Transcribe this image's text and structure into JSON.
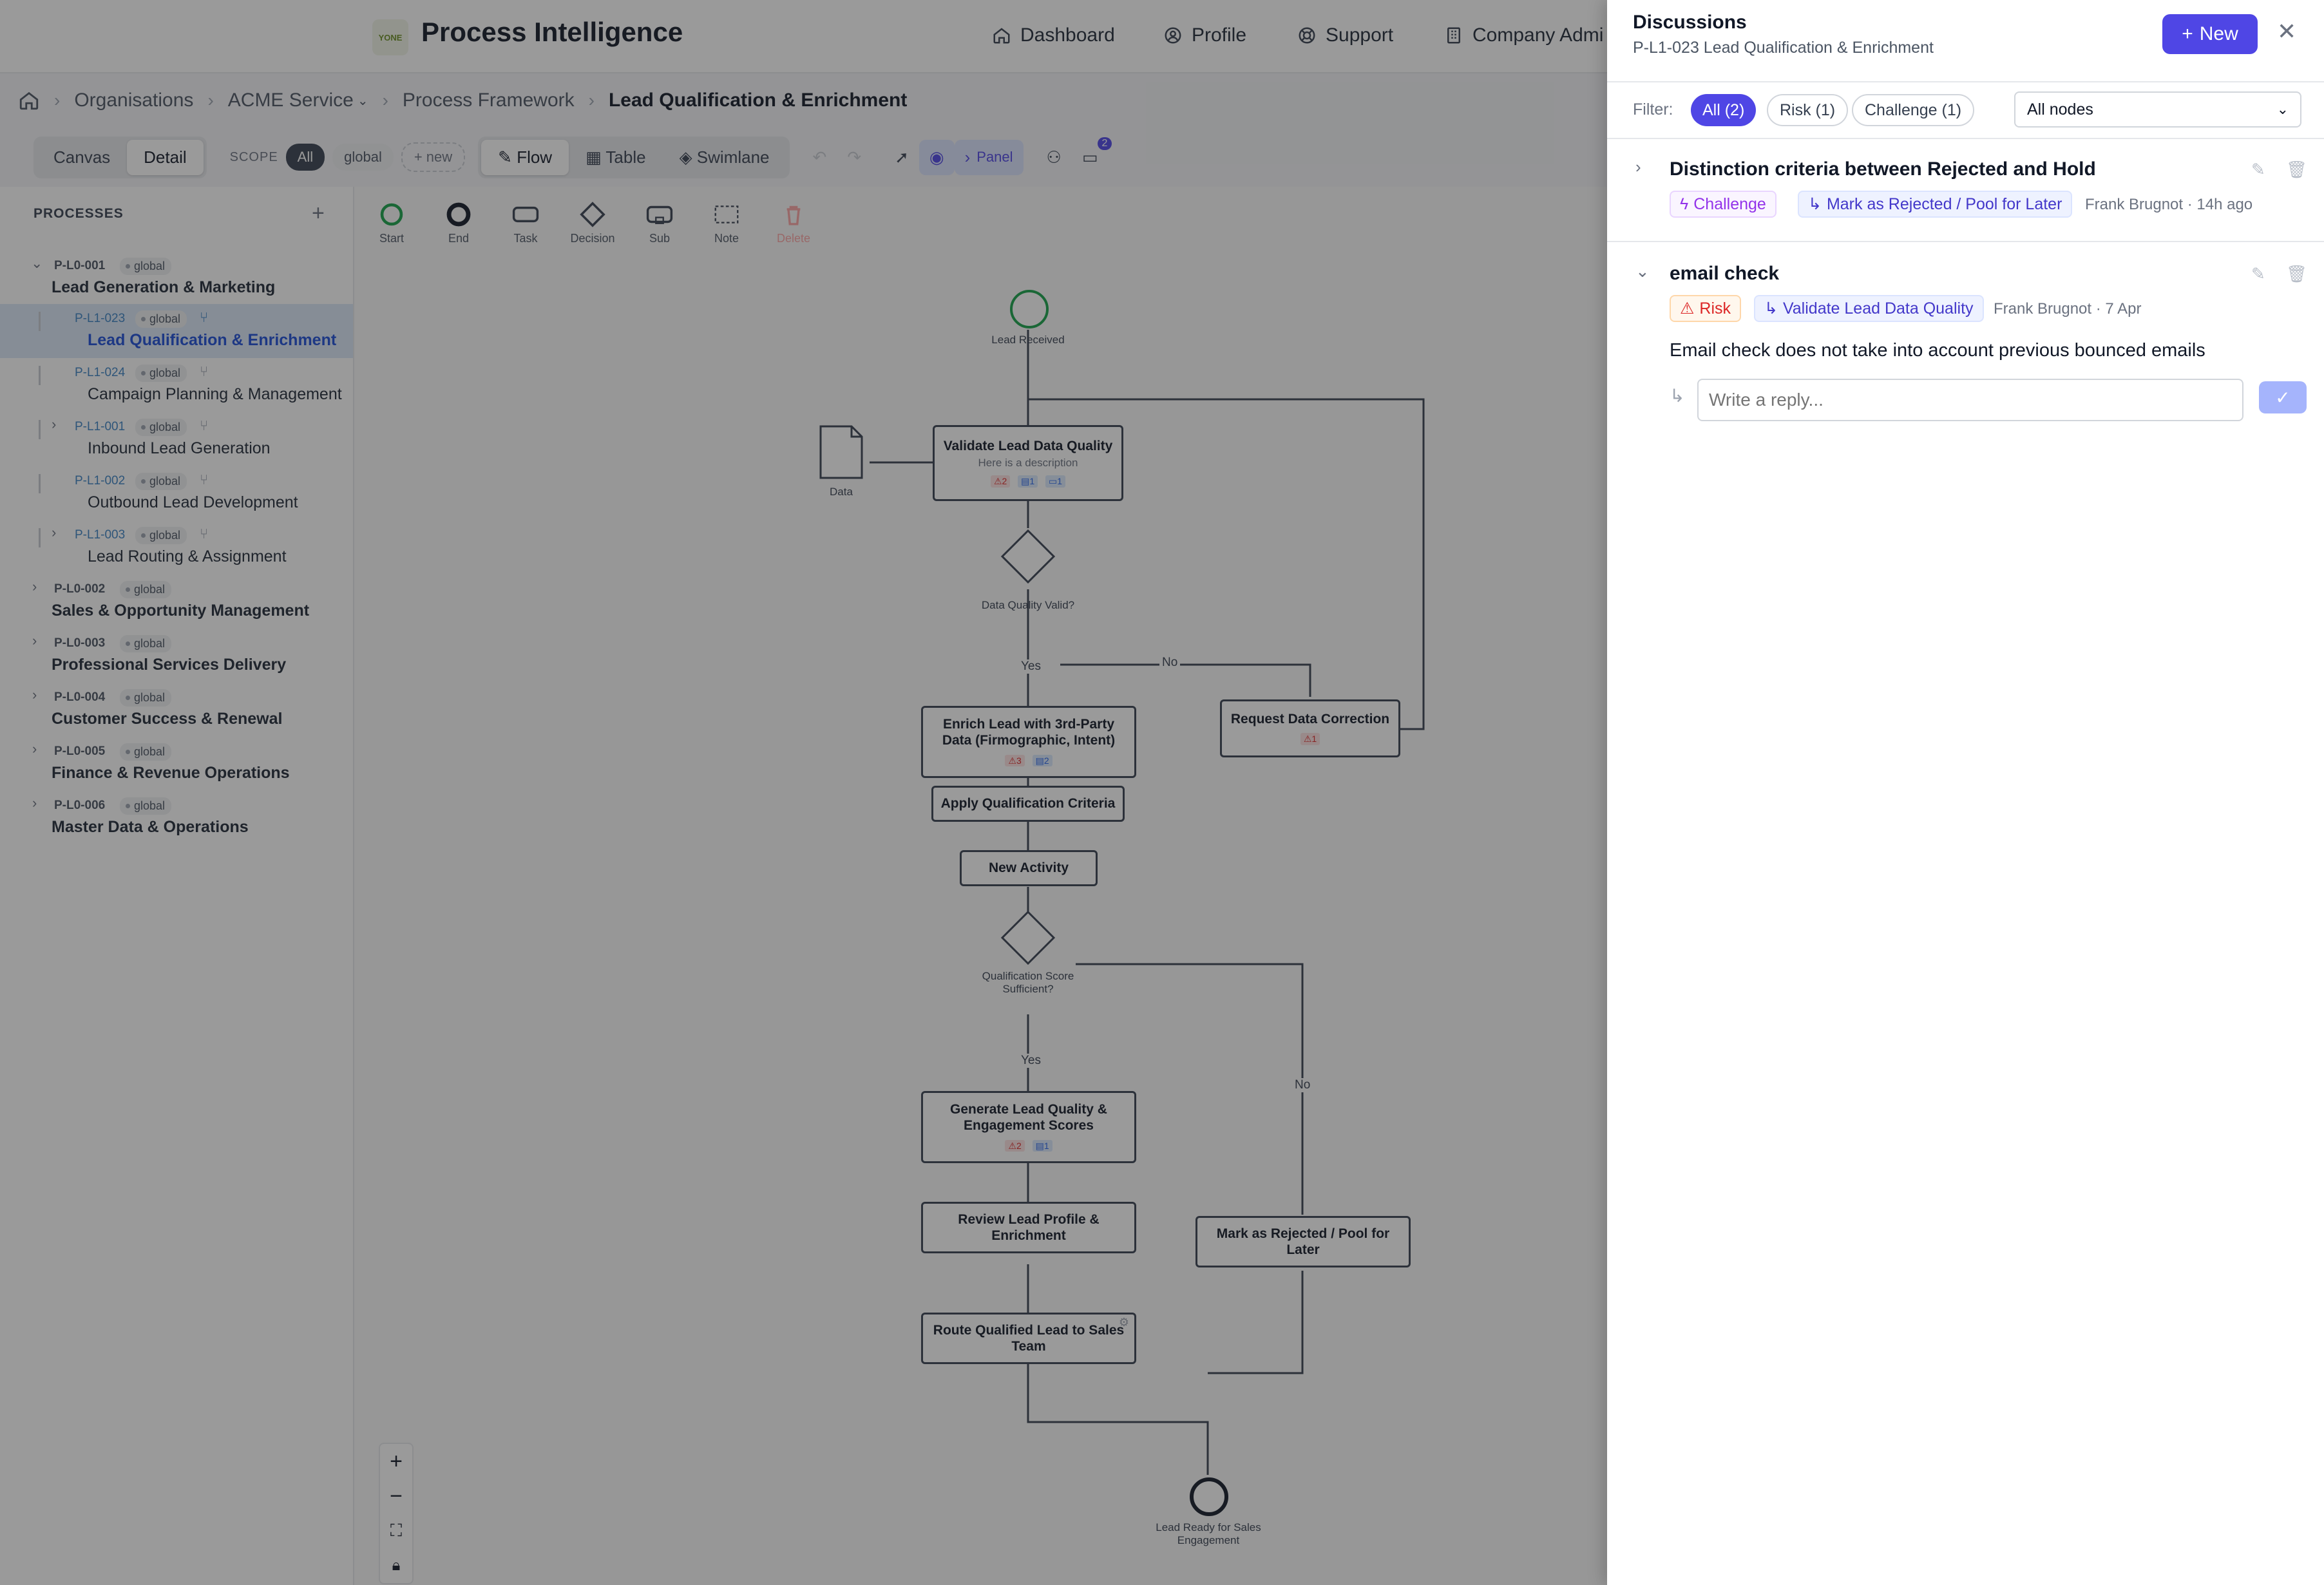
{
  "app": {
    "logo_text": "YONE",
    "title": "Process Intelligence"
  },
  "nav": [
    {
      "label": "Dashboard",
      "icon": "home-icon"
    },
    {
      "label": "Profile",
      "icon": "user-circle-icon"
    },
    {
      "label": "Support",
      "icon": "lifebuoy-icon"
    },
    {
      "label": "Company Admi",
      "icon": "building-icon"
    }
  ],
  "breadcrumb": [
    "Organisations",
    "ACME Service",
    "Process Framework",
    "Lead Qualification & Enrichment"
  ],
  "toolbar": {
    "canvas": "Canvas",
    "detail": "Detail",
    "scope_label": "SCOPE",
    "scope_all": "All",
    "scope_global": "global",
    "scope_new": "+ new",
    "flow": "Flow",
    "table": "Table",
    "swimlane": "Swimlane",
    "panel": "Panel",
    "comment_count": "2"
  },
  "sidebar": {
    "heading": "PROCESSES",
    "items": [
      {
        "code": "P-L0-001",
        "badge": "global",
        "name": "Lead Generation & Marketing"
      },
      {
        "code": "P-L1-023",
        "badge": "global",
        "name": "Lead Qualification & Enrichment"
      },
      {
        "code": "P-L1-024",
        "badge": "global",
        "name": "Campaign Planning & Management"
      },
      {
        "code": "P-L1-001",
        "badge": "global",
        "name": "Inbound Lead Generation"
      },
      {
        "code": "P-L1-002",
        "badge": "global",
        "name": "Outbound Lead Development"
      },
      {
        "code": "P-L1-003",
        "badge": "global",
        "name": "Lead Routing & Assignment"
      },
      {
        "code": "P-L0-002",
        "badge": "global",
        "name": "Sales & Opportunity Management"
      },
      {
        "code": "P-L0-003",
        "badge": "global",
        "name": "Professional Services Delivery"
      },
      {
        "code": "P-L0-004",
        "badge": "global",
        "name": "Customer Success & Renewal"
      },
      {
        "code": "P-L0-005",
        "badge": "global",
        "name": "Finance & Revenue Operations"
      },
      {
        "code": "P-L0-006",
        "badge": "global",
        "name": "Master Data & Operations"
      }
    ]
  },
  "palette": [
    "Start",
    "End",
    "Task",
    "Decision",
    "Sub",
    "Note",
    "Delete"
  ],
  "flow": {
    "lead_received": "Lead Received",
    "data": "Data",
    "validate": "Validate Lead Data Quality",
    "validate_desc": "Here is a description",
    "validate_badges": [
      "2",
      "1",
      "1"
    ],
    "dq_valid": "Data Quality Valid?",
    "yes1": "Yes",
    "no1": "No",
    "enrich": "Enrich Lead with 3rd-Party Data (Firmographic, Intent)",
    "enrich_badges": [
      "3",
      "2"
    ],
    "request": "Request Data Correction",
    "request_badges": [
      "1"
    ],
    "apply": "Apply Qualification Criteria",
    "new_activity": "New Activity",
    "qs_sufficient": "Qualification Score Sufficient?",
    "yes2": "Yes",
    "no2": "No",
    "generate": "Generate Lead Quality & Engagement Scores",
    "generate_badges": [
      "2",
      "1"
    ],
    "review": "Review Lead Profile & Enrichment",
    "reject": "Mark as Rejected / Pool for Later",
    "route": "Route Qualified Lead to Sales Team",
    "ready": "Lead Ready for Sales Engagement"
  },
  "panel": {
    "title": "Discussions",
    "subtitle": "P-L1-023 Lead Qualification & Enrichment",
    "new_button": "New",
    "filter_label": "Filter:",
    "filters": [
      "All (2)",
      "Risk (1)",
      "Challenge (1)"
    ],
    "node_select": "All nodes",
    "threads": [
      {
        "title": "Distinction criteria between Rejected and Hold",
        "type": "Challenge",
        "node": "Mark as Rejected / Pool for Later",
        "meta": "Frank Brugnot · 14h ago"
      },
      {
        "title": "email check",
        "type": "Risk",
        "node": "Validate Lead Data Quality",
        "meta": "Frank Brugnot · 7 Apr",
        "body": "Email check does not take into account previous bounced emails",
        "reply_placeholder": "Write a reply..."
      }
    ]
  },
  "colors": {
    "accent": "#4f46e5",
    "risk": "#dc2626",
    "challenge": "#9333ea",
    "selected": "#1d4ed8"
  }
}
